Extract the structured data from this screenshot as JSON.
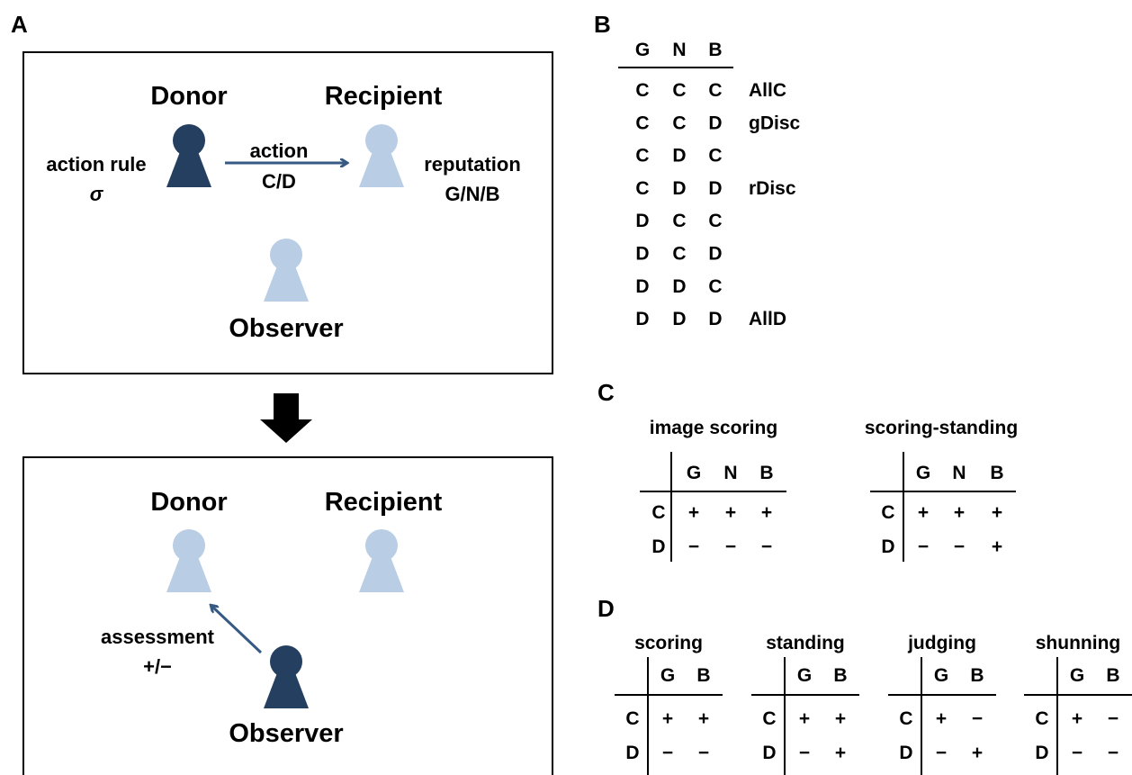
{
  "colors": {
    "dark": "#243f60",
    "light": "#b9cde5",
    "arrow": "#365a83"
  },
  "panelA": {
    "letter": "A",
    "top": {
      "donor": "Donor",
      "recipient": "Recipient",
      "observer": "Observer",
      "action_rule": "action rule",
      "sigma": "σ",
      "action": "action",
      "action_values": "C/D",
      "reputation": "reputation",
      "reputation_values": "G/N/B"
    },
    "bottom": {
      "donor": "Donor",
      "recipient": "Recipient",
      "observer": "Observer",
      "assessment": "assessment",
      "assessment_values": "+/−"
    }
  },
  "panelB": {
    "letter": "B",
    "headers": [
      "G",
      "N",
      "B"
    ],
    "rows": [
      {
        "cells": [
          "C",
          "C",
          "C"
        ],
        "name": "AllC"
      },
      {
        "cells": [
          "C",
          "C",
          "D"
        ],
        "name": "gDisc"
      },
      {
        "cells": [
          "C",
          "D",
          "C"
        ],
        "name": ""
      },
      {
        "cells": [
          "C",
          "D",
          "D"
        ],
        "name": "rDisc"
      },
      {
        "cells": [
          "D",
          "C",
          "C"
        ],
        "name": ""
      },
      {
        "cells": [
          "D",
          "C",
          "D"
        ],
        "name": ""
      },
      {
        "cells": [
          "D",
          "D",
          "C"
        ],
        "name": ""
      },
      {
        "cells": [
          "D",
          "D",
          "D"
        ],
        "name": "AllD"
      }
    ]
  },
  "panelC": {
    "letter": "C",
    "tables": [
      {
        "title": "image scoring",
        "cols": [
          "G",
          "N",
          "B"
        ],
        "rows": [
          {
            "label": "C",
            "vals": [
              "+",
              "+",
              "+"
            ]
          },
          {
            "label": "D",
            "vals": [
              "−",
              "−",
              "−"
            ]
          }
        ]
      },
      {
        "title": "scoring-standing",
        "cols": [
          "G",
          "N",
          "B"
        ],
        "rows": [
          {
            "label": "C",
            "vals": [
              "+",
              "+",
              "+"
            ]
          },
          {
            "label": "D",
            "vals": [
              "−",
              "−",
              "+"
            ]
          }
        ]
      }
    ]
  },
  "panelD": {
    "letter": "D",
    "tables": [
      {
        "title": "scoring",
        "cols": [
          "G",
          "B"
        ],
        "rows": [
          {
            "label": "C",
            "vals": [
              "+",
              "+"
            ]
          },
          {
            "label": "D",
            "vals": [
              "−",
              "−"
            ]
          }
        ]
      },
      {
        "title": "standing",
        "cols": [
          "G",
          "B"
        ],
        "rows": [
          {
            "label": "C",
            "vals": [
              "+",
              "+"
            ]
          },
          {
            "label": "D",
            "vals": [
              "−",
              "+"
            ]
          }
        ]
      },
      {
        "title": "judging",
        "cols": [
          "G",
          "B"
        ],
        "rows": [
          {
            "label": "C",
            "vals": [
              "+",
              "−"
            ]
          },
          {
            "label": "D",
            "vals": [
              "−",
              "+"
            ]
          }
        ]
      },
      {
        "title": "shunning",
        "cols": [
          "G",
          "B"
        ],
        "rows": [
          {
            "label": "C",
            "vals": [
              "+",
              "−"
            ]
          },
          {
            "label": "D",
            "vals": [
              "−",
              "−"
            ]
          }
        ]
      }
    ]
  }
}
